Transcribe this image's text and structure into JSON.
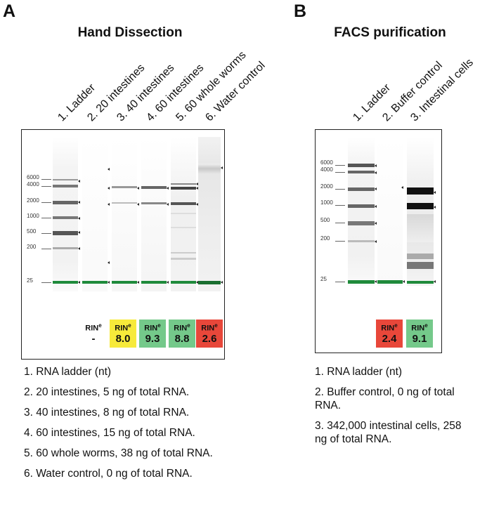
{
  "panelA": {
    "letter": "A",
    "title": "Hand Dissection",
    "lanes": [
      "1. Ladder",
      "2. 20 intestines",
      "3. 40 intestines",
      "4. 60 intestines",
      "5. 60 whole worms",
      "6. Water control"
    ],
    "markers": [
      "6000",
      "4000",
      "2000",
      "1000",
      "500",
      "200",
      "25"
    ],
    "rin_label": "RIN",
    "rin_sup": "e",
    "rin": [
      {
        "value": "-",
        "color": ""
      },
      {
        "value": "8.0",
        "color": "#f7ea3a"
      },
      {
        "value": "9.3",
        "color": "#74c98a"
      },
      {
        "value": "8.8",
        "color": "#74c98a"
      },
      {
        "value": "2.6",
        "color": "#e8473a"
      }
    ],
    "legend": [
      "1. RNA ladder (nt)",
      "2. 20 intestines, 5 ng of total RNA.",
      "3. 40 intestines, 8 ng of total RNA.",
      "4. 60 intestines, 15 ng of total RNA.",
      "5. 60 whole worms, 38 ng of total RNA.",
      "6. Water control, 0 ng of total RNA."
    ]
  },
  "panelB": {
    "letter": "B",
    "title": "FACS purification",
    "lanes": [
      "1. Ladder",
      "2. Buffer control",
      "3. Intestinal cells"
    ],
    "markers": [
      "6000",
      "4000",
      "2000",
      "1000",
      "500",
      "200",
      "25"
    ],
    "rin_label": "RIN",
    "rin_sup": "e",
    "rin": [
      {
        "value": "2.4",
        "color": "#e8473a"
      },
      {
        "value": "9.1",
        "color": "#74c98a"
      }
    ],
    "legend": [
      "1. RNA ladder (nt)",
      "2. Buffer control, 0 ng of total RNA.",
      "3. 342,000 intestinal cells, 258 ng of total RNA."
    ]
  }
}
